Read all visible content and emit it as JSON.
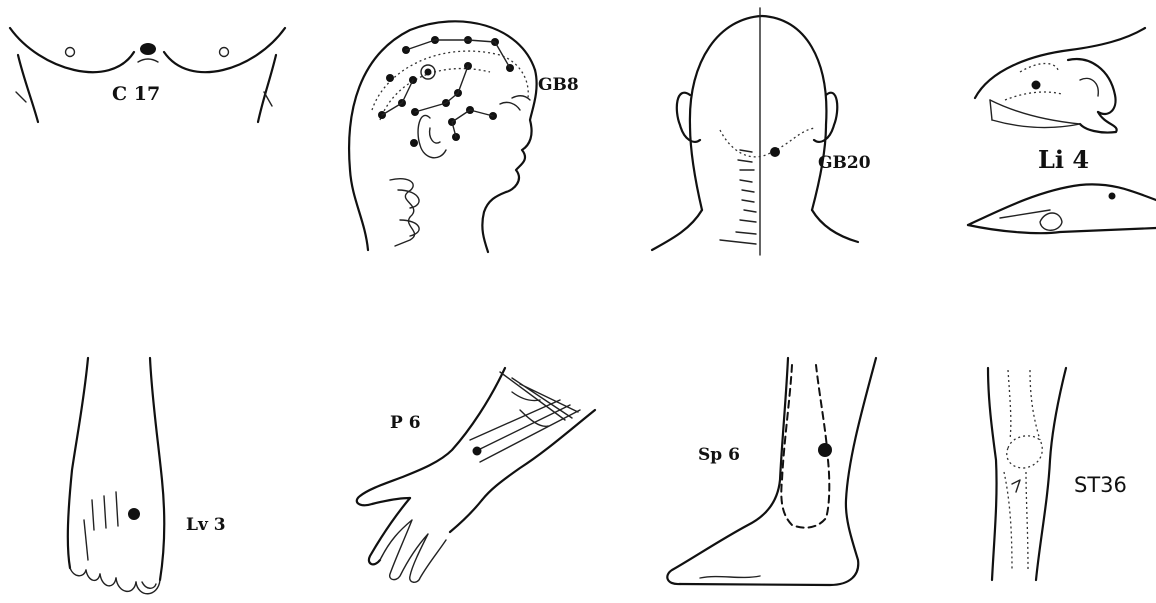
{
  "labels": {
    "c17": "C 17",
    "gb8": "GB8",
    "gb20": "GB20",
    "li4": "Li 4",
    "lv3": "Lv 3",
    "p6": "P 6",
    "sp6": "Sp 6",
    "st36": "ST36"
  },
  "colors": {
    "ink": "#111111",
    "background": "#ffffff"
  }
}
